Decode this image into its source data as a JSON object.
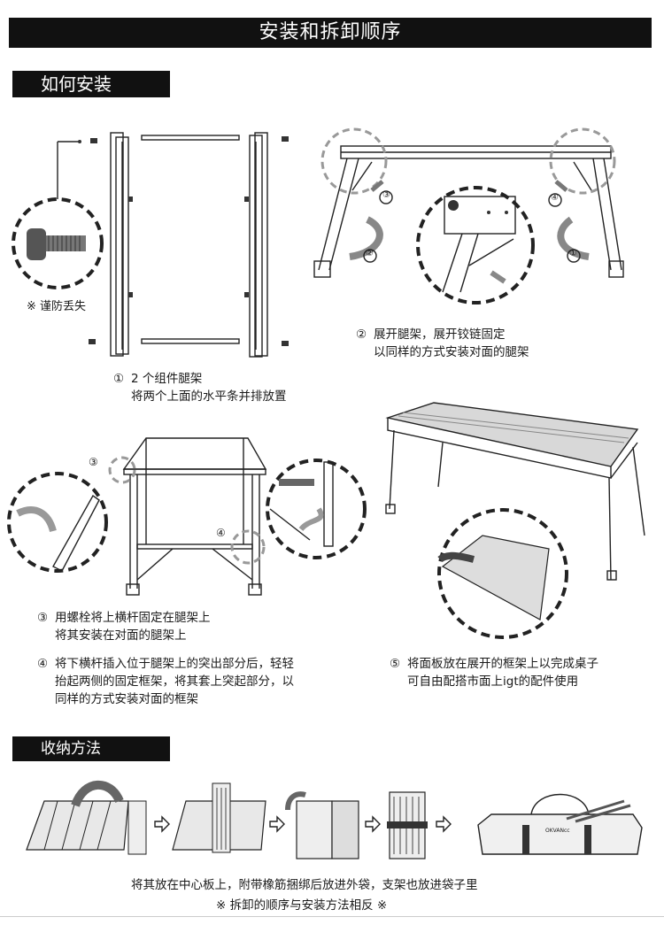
{
  "title": "安装和拆卸顺序",
  "section_install": "如何安装",
  "section_storage": "收纳方法",
  "note_lost": "※ 谨防丢失",
  "step1": {
    "num": "①",
    "line1": "2 个组件腿架",
    "line2": "将两个上面的水平条并排放置"
  },
  "step2": {
    "num": "②",
    "line1": "展开腿架，展开铰链固定",
    "line2": "以同样的方式安装对面的腿架"
  },
  "step3": {
    "num": "③",
    "line1": "用螺栓将上横杆固定在腿架上",
    "line2": "将其安装在对面的腿架上"
  },
  "step4": {
    "num": "④",
    "line1": "将下横杆插入位于腿架上的突出部分后，轻轻",
    "line2": "抬起两侧的固定框架，将其套上突起部分，以",
    "line3": "同样的方式安装对面的框架"
  },
  "step5": {
    "num": "⑤",
    "line1": "将面板放在展开的框架上以完成桌子",
    "line2": "可自由配搭市面上igt的配件使用"
  },
  "callouts": {
    "c1": "①",
    "c2": "②",
    "c3": "③",
    "c4": "④"
  },
  "storage_line1": "将其放在中心板上，附带橡筋捆绑后放进外袋，支架也放进袋子里",
  "storage_line2": "※ 拆卸的顺序与安装方法相反 ※",
  "bag_brand": "OKVANcc",
  "colors": {
    "bar": "#111111",
    "text": "#1a1a1a"
  }
}
